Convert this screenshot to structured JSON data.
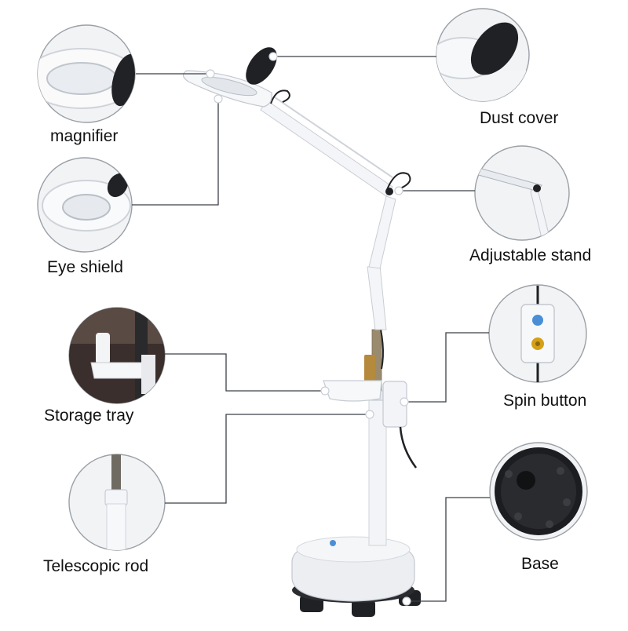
{
  "parts": [
    {
      "id": "magnifier",
      "label": "magnifier"
    },
    {
      "id": "dust-cover",
      "label": "Dust cover"
    },
    {
      "id": "eye-shield",
      "label": "Eye shield"
    },
    {
      "id": "adjustable-stand",
      "label": "Adjustable stand"
    },
    {
      "id": "storage-tray",
      "label": "Storage tray"
    },
    {
      "id": "spin-button",
      "label": "Spin button"
    },
    {
      "id": "telescopic-rod",
      "label": "Telescopic rod"
    },
    {
      "id": "base",
      "label": "Base"
    }
  ],
  "colors": {
    "background": "#ffffff",
    "leader_line": "#3b4048",
    "lamp_body": "#f4f5f8",
    "dark_accent": "#1f2124",
    "button_gold": "#d4a017",
    "button_blue": "#4a8fd6"
  }
}
